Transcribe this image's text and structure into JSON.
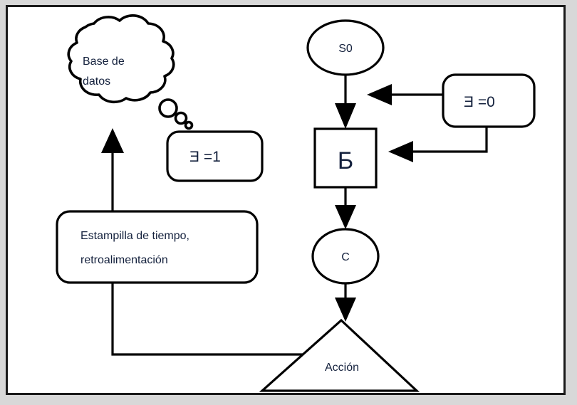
{
  "figure": {
    "type": "flow-diagram",
    "language": "es",
    "border_color": "#1a1a1a",
    "page_background": "#d8d8d8",
    "canvas_background": "#ffffff",
    "text_color": "#14213d",
    "line_color": "#000000"
  },
  "nodes": {
    "database_cloud": {
      "label_line1": "Base de",
      "label_line2": "datos",
      "shape": "thought-cloud"
    },
    "exists_one": {
      "label": "Ǝ =1",
      "shape": "rounded-rect"
    },
    "start_state": {
      "label": "S0",
      "shape": "ellipse"
    },
    "exists_zero": {
      "label": "Ǝ =0",
      "shape": "rounded-rect"
    },
    "process_b": {
      "label": "Б",
      "shape": "square"
    },
    "state_c": {
      "label": "C",
      "shape": "ellipse"
    },
    "action": {
      "label": "Acción",
      "shape": "triangle"
    },
    "feedback": {
      "label_line1": "Estampilla de tiempo,",
      "label_line2": "retroalimentación",
      "shape": "rounded-rect"
    }
  },
  "edges": [
    {
      "name": "s0-to-b",
      "from": "start_state",
      "to": "process_b",
      "arrow": true
    },
    {
      "name": "exists0-to-s0-branch",
      "from": "exists_zero",
      "to": "s0-to-b-edge",
      "arrow": true
    },
    {
      "name": "exists0-to-b",
      "from": "exists_zero",
      "to": "process_b",
      "arrow": true
    },
    {
      "name": "b-to-c",
      "from": "process_b",
      "to": "state_c",
      "arrow": true
    },
    {
      "name": "c-to-action",
      "from": "state_c",
      "to": "action",
      "arrow": true
    },
    {
      "name": "action-to-feedback",
      "from": "action",
      "to": "feedback",
      "arrow": false
    },
    {
      "name": "feedback-to-database",
      "from": "feedback",
      "to": "database_cloud",
      "arrow": true
    }
  ]
}
